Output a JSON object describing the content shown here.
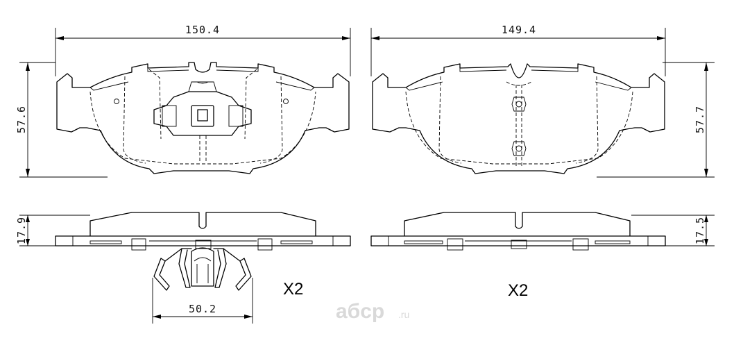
{
  "dimensions": {
    "left_pad_width": "150.4",
    "right_pad_width": "149.4",
    "left_pad_height": "57.6",
    "right_pad_height": "57.7",
    "left_pad_thickness": "17.9",
    "right_pad_thickness": "17.5",
    "spring_clip_width": "50.2"
  },
  "quantities": {
    "left": "X2",
    "right": "X2"
  },
  "watermark": {
    "brand": "aбcp",
    "domain": ".ru"
  }
}
